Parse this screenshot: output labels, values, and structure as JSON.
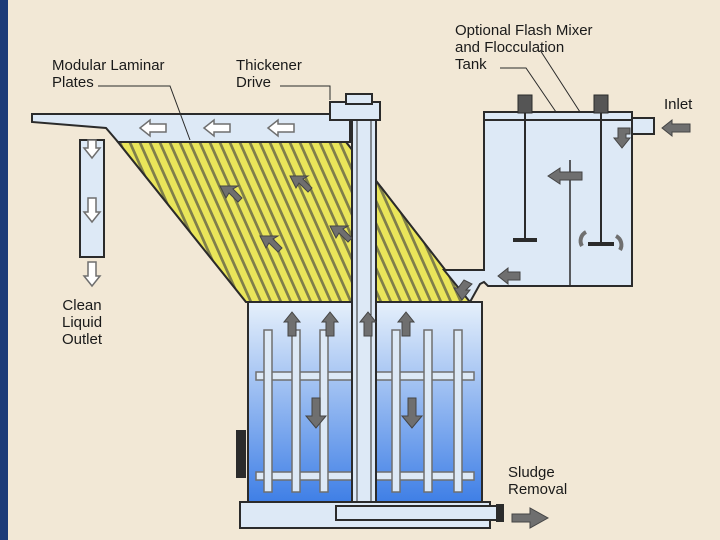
{
  "labels": {
    "plates": "Modular Laminar\nPlates",
    "drive": "Thickener\nDrive",
    "flash_mixer": "Optional Flash Mixer\nand Flocculation\nTank",
    "inlet": "Inlet",
    "outlet": "Clean\nLiquid\nOutlet",
    "sludge": "Sludge\nRemoval"
  },
  "colors": {
    "frame": "#1c3b78",
    "background": "#f2e8d6",
    "tank_fill": "#dde9f6",
    "water_top": "#e6f0fb",
    "water_bottom": "#3f7fe6",
    "plate_yellow": "#e9e55a",
    "plate_dark": "#7f7f4a",
    "arrow_gray": "#6f6f6f",
    "outline": "#2b2b2b"
  }
}
